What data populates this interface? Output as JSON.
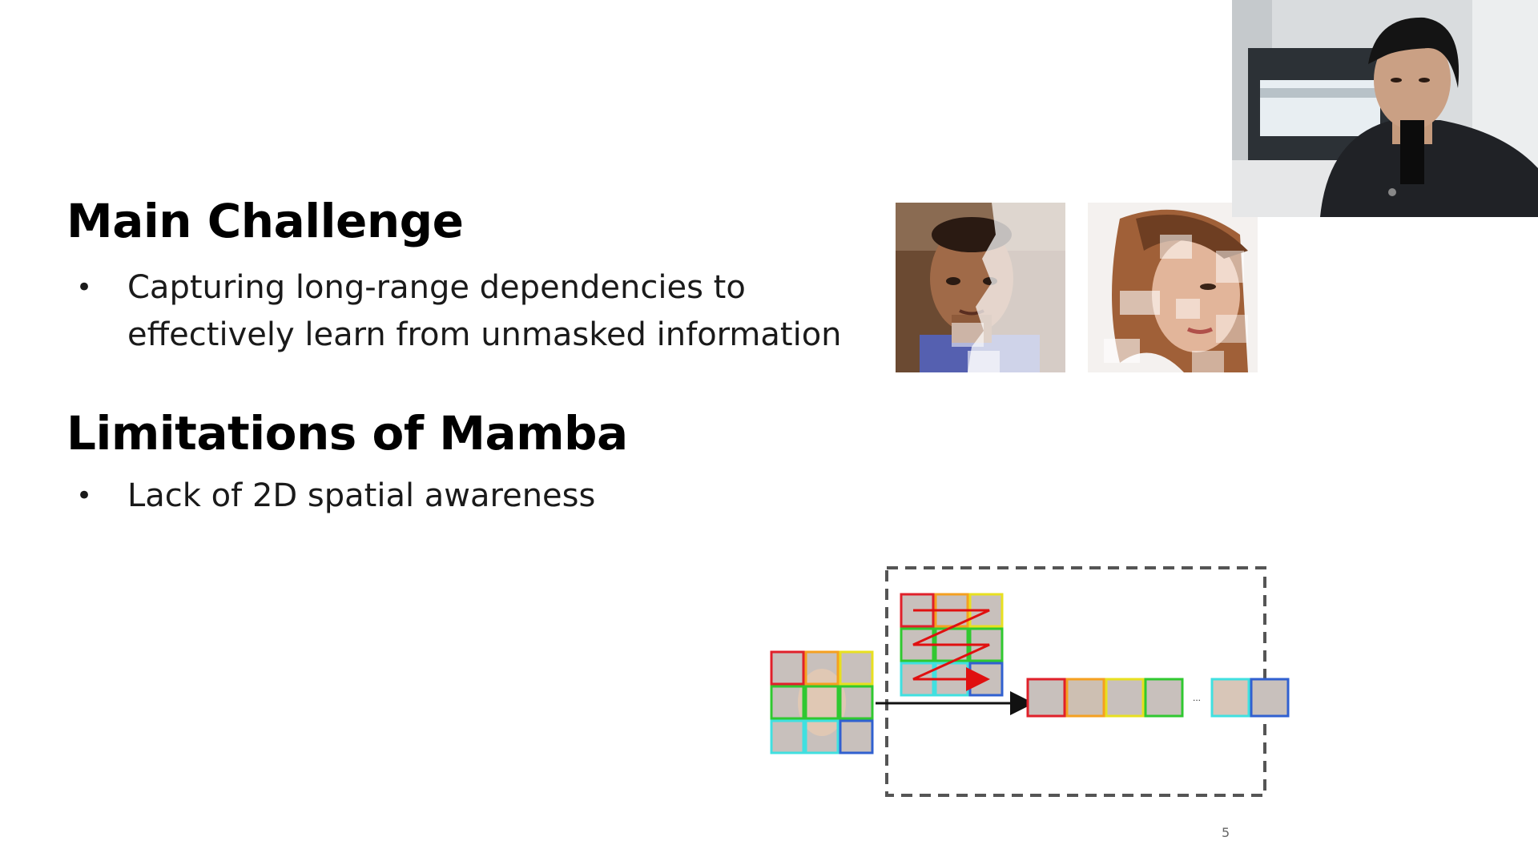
{
  "slide": {
    "section1": {
      "heading": "Main Challenge",
      "bullets": [
        {
          "line1": "Capturing long-range dependencies to",
          "line2": "effectively learn from unmasked information"
        }
      ]
    },
    "section2": {
      "heading": "Limitations of Mamba",
      "bullets": [
        {
          "line1": "Lack of 2D spatial awareness"
        }
      ]
    },
    "bullet_symbol": "•",
    "diagram": {
      "ellipsis": "..."
    },
    "page_number": "5"
  },
  "colors": {
    "patch_red": "#e0202a",
    "patch_orange": "#f5a020",
    "patch_yellow": "#e8e020",
    "patch_green": "#30c830",
    "patch_cyan": "#40e0e0",
    "patch_blue": "#3060d0",
    "scan_arrow": "#e01010",
    "dashed_box": "#555555"
  },
  "webcam": {
    "icon": "presenter-video-feed"
  }
}
